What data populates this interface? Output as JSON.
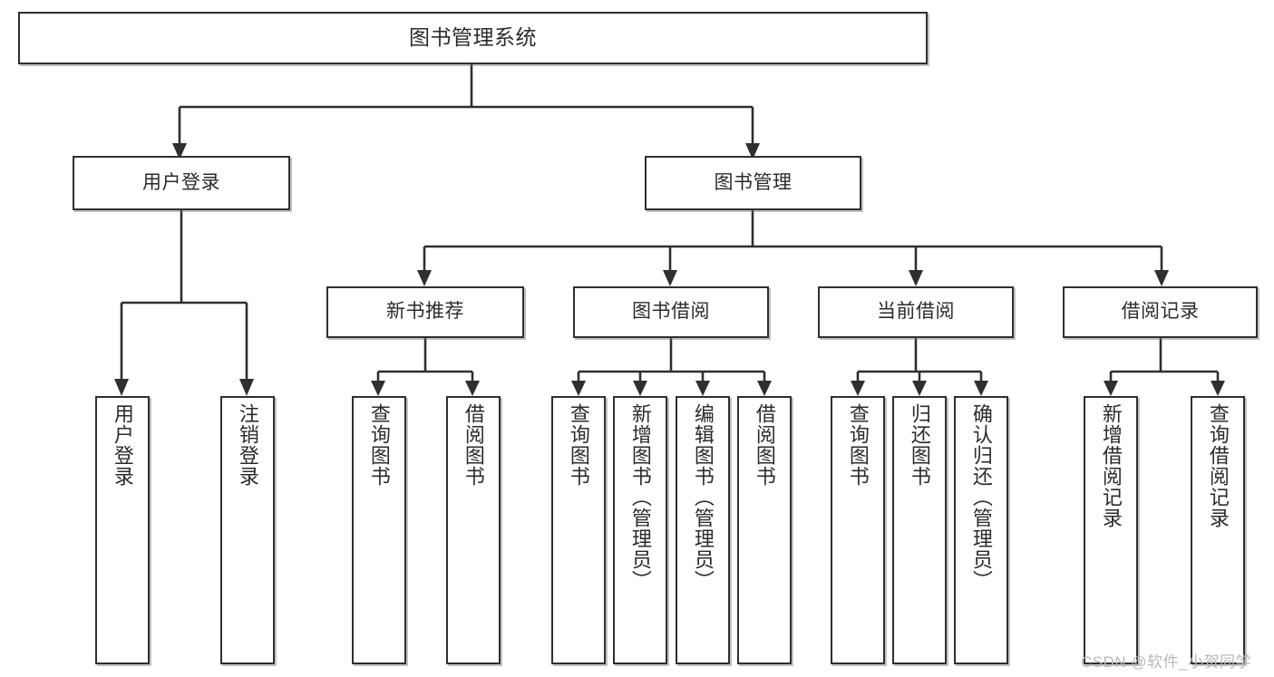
{
  "diagram": {
    "title": "图书管理系统",
    "type": "tree",
    "orientation": "top-down",
    "root": {
      "id": "root",
      "label": "图书管理系统"
    },
    "level2": [
      {
        "id": "user-login",
        "label": "用户登录"
      },
      {
        "id": "book-manage",
        "label": "图书管理"
      }
    ],
    "level3": [
      {
        "id": "new-book-recommend",
        "label": "新书推荐",
        "parent": "book-manage"
      },
      {
        "id": "book-borrow",
        "label": "图书借阅",
        "parent": "book-manage"
      },
      {
        "id": "current-borrow",
        "label": "当前借阅",
        "parent": "book-manage"
      },
      {
        "id": "borrow-record",
        "label": "借阅记录",
        "parent": "book-manage"
      }
    ],
    "leaves": [
      {
        "id": "leaf-user-login",
        "label": "用户登录",
        "parent": "user-login"
      },
      {
        "id": "leaf-logout-login",
        "label": "注销登录",
        "parent": "user-login"
      },
      {
        "id": "leaf-query-book-1",
        "label": "查询图书",
        "parent": "new-book-recommend"
      },
      {
        "id": "leaf-borrow-book-1",
        "label": "借阅图书",
        "parent": "new-book-recommend"
      },
      {
        "id": "leaf-query-book-2",
        "label": "查询图书",
        "parent": "book-borrow"
      },
      {
        "id": "leaf-add-book",
        "label": "新增图书（管理员）",
        "parent": "book-borrow"
      },
      {
        "id": "leaf-edit-book",
        "label": "编辑图书（管理员）",
        "parent": "book-borrow"
      },
      {
        "id": "leaf-borrow-book-2",
        "label": "借阅图书",
        "parent": "book-borrow"
      },
      {
        "id": "leaf-query-book-3",
        "label": "查询图书",
        "parent": "current-borrow"
      },
      {
        "id": "leaf-return-book",
        "label": "归还图书",
        "parent": "current-borrow"
      },
      {
        "id": "leaf-confirm-return",
        "label": "确认归还（管理员）",
        "parent": "current-borrow"
      },
      {
        "id": "leaf-add-record",
        "label": "新增借阅记录",
        "parent": "borrow-record"
      },
      {
        "id": "leaf-query-record",
        "label": "查询借阅记录",
        "parent": "borrow-record"
      }
    ]
  },
  "watermark": {
    "text": "CSDN @软件_小贺同学"
  },
  "colors": {
    "background": "#ffffff",
    "box_border": "#2f2f2f",
    "box_fill": "#ffffff",
    "connector": "#2f2f2f",
    "text": "#2b2b2b",
    "watermark": "#b9b9b9"
  }
}
